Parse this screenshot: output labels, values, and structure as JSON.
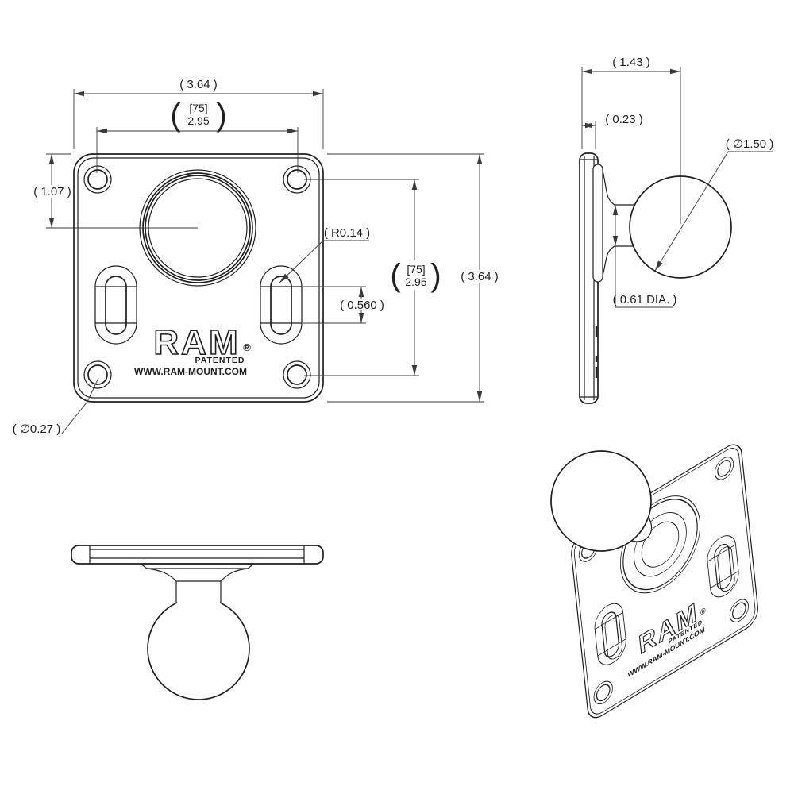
{
  "drawing_title": "RAM square VESA plate with rubber ball - dimensioned drawing",
  "colors": {
    "background": "#ffffff",
    "line": "#1f1f1f",
    "dim_line": "#3a3a3a"
  },
  "symbols": {
    "paren_open": "(",
    "paren_close": ")"
  },
  "branding": {
    "logo": "RAM",
    "registered": "®",
    "patented": "PATENTED",
    "website": "WWW.RAM-MOUNT.COM"
  },
  "front_view": {
    "dim_overall_width": "( 3.64 )",
    "hole_span_mm": "[75]",
    "hole_span_in": "2.95",
    "dim_top_to_center": "( 1.07 )",
    "dim_slot_radius": "( R0.14 )",
    "dim_slot_length": "( 0.560 )",
    "dim_overall_height": "( 3.64 )",
    "dim_corner_hole_dia": "( ∅0.27 )"
  },
  "side_view": {
    "dim_depth_to_ball_center": "( 1.43 )",
    "dim_plate_thickness": "( 0.23 )",
    "dim_ball_dia": "( ∅1.50 )",
    "dim_stem_dia": "( 0.61 DIA. )"
  }
}
